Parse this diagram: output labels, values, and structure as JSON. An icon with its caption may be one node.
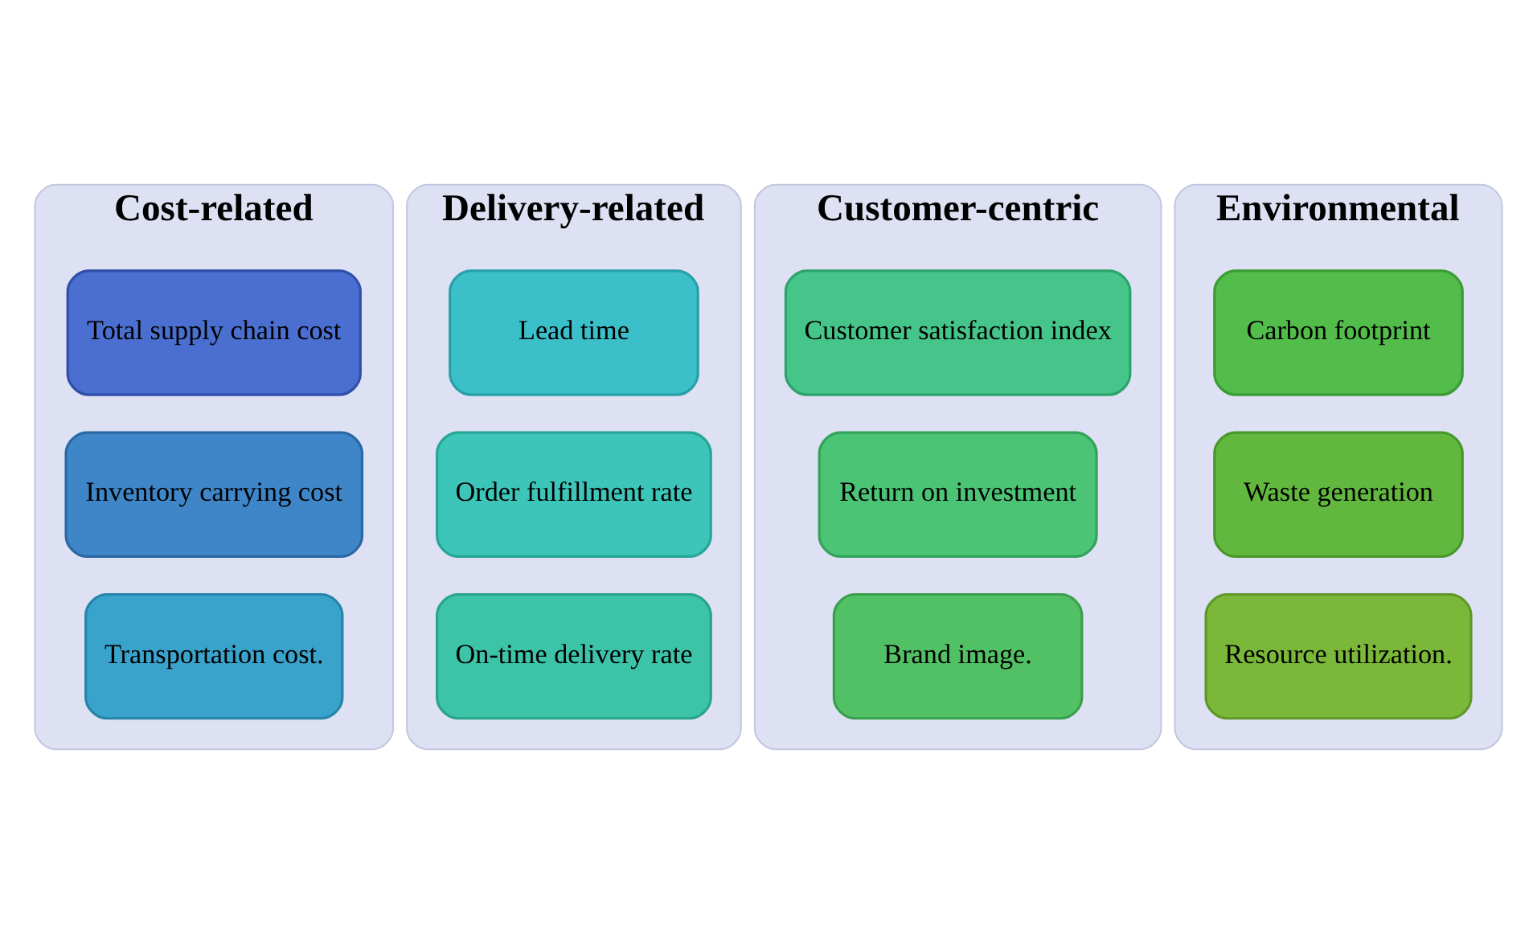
{
  "diagram": {
    "nodes": [
      {
        "text": [
          "Cost-related"
        ]
      },
      {
        "text": [
          "Total supply chain cost"
        ],
        "in": 0
      },
      {
        "text": [
          "Inventory carrying cost"
        ],
        "in": 0
      },
      {
        "text": [
          "Transportation cost."
        ],
        "in": 0
      },
      {
        "text": [
          "Delivery-related"
        ]
      },
      {
        "text": [
          "Lead time"
        ],
        "in": 4
      },
      {
        "text": [
          "Order fulfillment rate"
        ],
        "in": 4
      },
      {
        "text": [
          "On-time delivery rate"
        ],
        "in": 4
      },
      {
        "text": [
          "Customer-centric"
        ]
      },
      {
        "text": [
          "Customer satisfaction index"
        ],
        "in": 8
      },
      {
        "text": [
          "Return on investment"
        ],
        "in": 8
      },
      {
        "text": [
          "Brand image."
        ],
        "in": 8
      },
      {
        "text": [
          "Environmental"
        ]
      },
      {
        "text": [
          "Carbon footprint"
        ],
        "in": 12
      },
      {
        "text": [
          "Waste generation"
        ],
        "in": 12
      },
      {
        "text": [
          "Resource utilization."
        ],
        "in": 12
      }
    ],
    "edges": []
  }
}
